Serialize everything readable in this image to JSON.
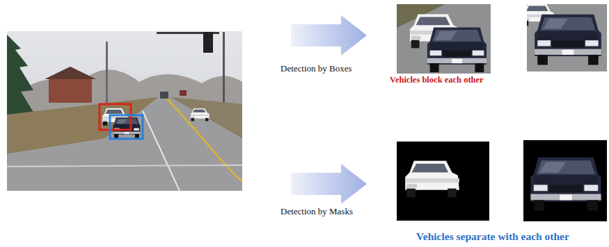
{
  "diagram": {
    "labels": [
      "Detection by Boxes",
      "Vehicles block each other",
      "Detection by Masks",
      "Vehicles separate with each other"
    ]
  }
}
